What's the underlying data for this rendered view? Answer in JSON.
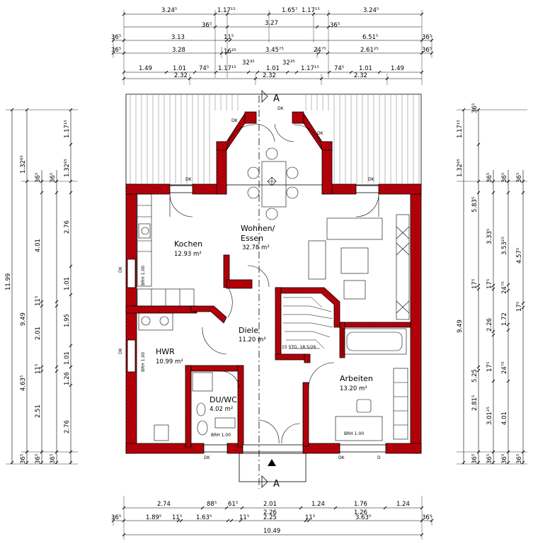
{
  "rooms": {
    "wohnen": {
      "name1": "Wohnen/",
      "name2": "Essen",
      "area": "32.78 m²"
    },
    "kochen": {
      "name": "Kochen",
      "area": "12.93 m²"
    },
    "diele": {
      "name": "Diele",
      "area": "11.20 m²"
    },
    "hwr": {
      "name": "HWR",
      "area": "10.99 m²"
    },
    "duwc": {
      "name": "DU/WC",
      "area": "4.02 m²"
    },
    "arbeiten": {
      "name": "Arbeiten",
      "area": "13.20 m²"
    }
  },
  "section_marks": {
    "top": "A",
    "bottom": "A"
  },
  "labels": {
    "dk": "DK",
    "d": "D",
    "stairs": "15 STG. 18.5/26",
    "brh_kitchen": "BRH 1.00",
    "brh_hwr": "BRH 1.00",
    "brh_wc": "BRH 1.00",
    "brh_arbeiten": "BRH 1.00"
  },
  "dims_top": {
    "r1": [
      "3.24⁵",
      "1.17¹⁵",
      "1.65⁷",
      "1.17¹⁵",
      "3.24⁵"
    ],
    "r2": [
      "36⁵",
      "3.27",
      "36⁵"
    ],
    "r3": [
      "36⁵",
      "3.13",
      "11⁵",
      "6.51⁵",
      "36⁵"
    ],
    "r4": [
      "36⁵",
      "3.28",
      "16²⁵",
      "3.45⁷⁵",
      "24⁷⁵",
      "2.61²⁵",
      "36⁵"
    ],
    "r5": [
      "1.49",
      "1.01",
      "74⁵",
      "1.17¹⁵",
      "32³⁵",
      "1.01",
      "32³⁵",
      "1.17¹⁵",
      "74⁵",
      "1.01",
      "1.49"
    ],
    "r6": [
      "2.32",
      "2.32",
      "2.32"
    ]
  },
  "dims_bottom": {
    "r1": [
      "2.74",
      "88⁵",
      "61⁵",
      "2.01",
      "1.24",
      "1.76",
      "1.24"
    ],
    "r2": [
      "36⁵",
      "1.89⁵",
      "11⁵",
      "1.63⁵",
      "11⁵",
      "2.26",
      "2.25",
      "11⁵",
      "1.26",
      "3.63⁵",
      "36⁵"
    ],
    "r3": [
      "10.49"
    ]
  },
  "dims_left": {
    "c1": [
      "11.99"
    ],
    "c2": [
      "1.32⁸⁵",
      "9.49",
      "36⁵"
    ],
    "c3": [
      "36⁵",
      "4.01",
      "11⁵",
      "2.01",
      "11⁵",
      "2.51",
      "4.63⁵",
      "36⁵"
    ],
    "c4": [
      "1.17¹⁵",
      "1.32⁸⁵",
      "36⁵",
      "2.76",
      "1.01",
      "1.95",
      "1.01",
      "1.26",
      "2.76",
      "36⁵"
    ]
  },
  "dims_right": {
    "c1": [
      "1.17¹⁵",
      "1.32⁸⁵",
      "36⁵",
      "9.49",
      "5.25",
      "36⁵"
    ],
    "c2": [
      "36⁵",
      "5.83⁵",
      "17⁵",
      "2.81⁵",
      "36⁵"
    ],
    "c3": [
      "3.33⁵",
      "17⁵",
      "2.26",
      "17⁵",
      "3.01²⁵",
      "36⁵"
    ],
    "c4": [
      "36⁵",
      "3.53²⁵",
      "24⁷⁵",
      "1.72",
      "24⁷⁵",
      "4.01",
      "36⁵"
    ],
    "c5": [
      "36⁵",
      "4.57⁵",
      "17⁵",
      "36⁵"
    ]
  },
  "colors": {
    "wall": "#c8000a",
    "line": "#000000",
    "background": "#ffffff"
  }
}
